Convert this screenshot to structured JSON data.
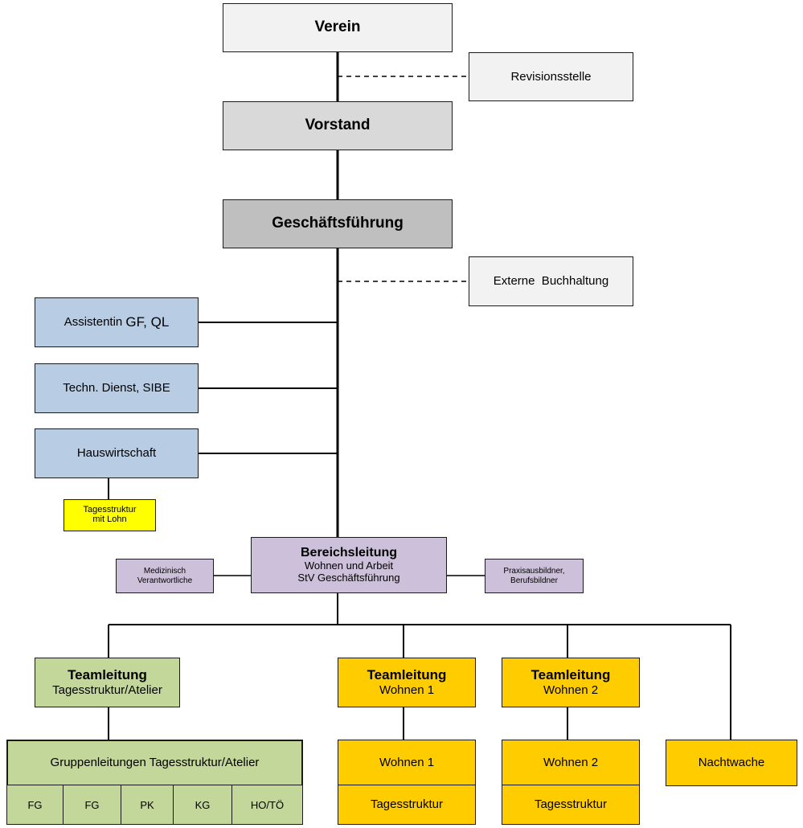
{
  "org": {
    "verein": "Verein",
    "revision": "Revisionsstelle",
    "vorstand": "Vorstand",
    "gf": "Geschäftsführung",
    "buchhaltung": "Externe  Buchhaltung",
    "assistentin_a": "Assistentin ",
    "assistentin_b": "GF, QL",
    "techn": "Techn. Dienst, SIBE",
    "hauswirtschaft": "Hauswirtschaft",
    "tagesstruktur_lohn_1": "Tagesstruktur",
    "tagesstruktur_lohn_2": "mit Lohn",
    "bereich_title": "Bereichsleitung",
    "bereich_line1": "Wohnen und Arbeit",
    "bereich_line2": "StV Geschäftsführung",
    "medizin_1": "Medizinisch",
    "medizin_2": "Verantwortliche",
    "praxis_1": "Praxisausbildner,",
    "praxis_2": "Berufsbildner",
    "tl_atelier_title": "Teamleitung",
    "tl_atelier_sub": "Tagesstruktur/Atelier",
    "tl_w1_title": "Teamleitung",
    "tl_w1_sub": "Wohnen 1",
    "tl_w2_title": "Teamleitung",
    "tl_w2_sub": "Wohnen 2",
    "gruppen": "Gruppenleitungen Tagesstruktur/Atelier",
    "gruppen_cells": [
      "FG",
      "FG",
      "PK",
      "KG",
      "HO/TÖ"
    ],
    "wohnen1": "Wohnen 1",
    "wohnen1_ts": "Tagesstruktur",
    "wohnen2": "Wohnen 2",
    "wohnen2_ts": "Tagesstruktur",
    "nachtwache": "Nachtwache"
  }
}
